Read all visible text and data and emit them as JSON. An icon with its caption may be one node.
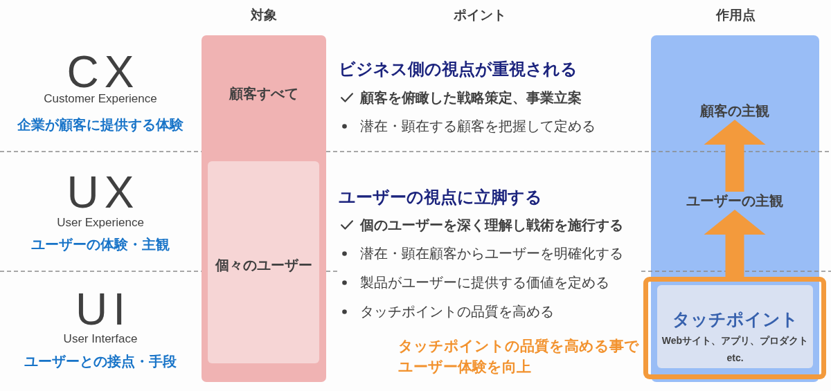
{
  "diagram": {
    "nodes": [
      {
        "text": [
          "顧客すべて"
        ]
      },
      {
        "text": [
          "個々のユーザー"
        ],
        "in": 0
      },
      {
        "text": [],
        "shape": "box"
      },
      {
        "text": [
          "顧客の主観"
        ],
        "in": 2
      },
      {
        "text": [
          "ユーザーの主観"
        ],
        "in": 2
      },
      {
        "text": [],
        "shape": "box"
      },
      {
        "text": [
          "タッチポイント",
          "Webサイト、アプリ、プロダクト etc."
        ],
        "in": 5
      }
    ],
    "edges": [
      {
        "from": 5,
        "to": 4,
        "arrow": "to"
      },
      {
        "from": 4,
        "to": 3,
        "arrow": "to"
      }
    ],
    "labels": [
      "対象",
      "ポイント",
      "作用点",
      "CX",
      "Customer Experience",
      "企業が顧客に提供する体験",
      "ビジネス側の視点が重視される",
      "顧客を俯瞰した戦略策定、事業立案",
      "潜在・顕在する顧客を把握して定める",
      "UX",
      "User Experience",
      "ユーザーの体験・主観",
      "ユーザーの視点に立脚する",
      "個のユーザーを深く理解し戦術を施行する",
      "潜在・顕在顧客からユーザーを明確化する",
      "製品がユーザーに提供する価値を定める",
      "タッチポイントの品質を高める",
      "UI",
      "User Interface",
      "ユーザーとの接点・手段",
      "タッチポイントの品質を高める事でユーザー体験を向上"
    ]
  }
}
